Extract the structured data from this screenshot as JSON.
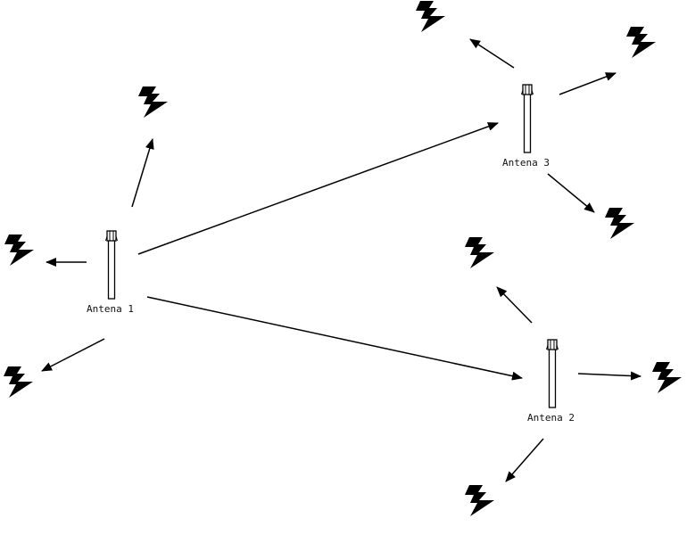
{
  "antennas": [
    {
      "id": "a1",
      "label": "Antena 1"
    },
    {
      "id": "a2",
      "label": "Antena 2"
    },
    {
      "id": "a3",
      "label": "Antena 3"
    }
  ],
  "links": [
    {
      "from": "Antena 1",
      "to": "Antena 3"
    },
    {
      "from": "Antena 1",
      "to": "Antena 2"
    }
  ],
  "signal_icon": "lightning-bolt-icon",
  "colors": {
    "stroke": "#000000",
    "background": "#ffffff"
  }
}
